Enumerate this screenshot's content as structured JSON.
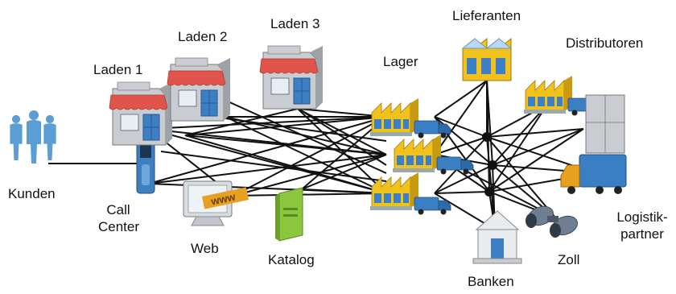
{
  "labels": {
    "kunden": "Kunden",
    "call_center_line1": "Call",
    "call_center_line2": "Center",
    "laden1": "Laden 1",
    "laden2": "Laden 2",
    "laden3": "Laden 3",
    "web": "Web",
    "www": "www",
    "katalog": "Katalog",
    "lager": "Lager",
    "lieferanten": "Lieferanten",
    "distributoren": "Distributoren",
    "logistik_line1": "Logistik-",
    "logistik_line2": "partner",
    "zoll": "Zoll",
    "banken": "Banken"
  },
  "colors": {
    "link_line": "#111111",
    "awning_red": "#e0544c",
    "store_gray": "#b9bcc2",
    "warehouse_yellow": "#f2c21c",
    "truck_blue": "#3a7fc4",
    "people_blue": "#5b9ed6",
    "catalog_green": "#8cc63f",
    "www_orange": "#e8a020"
  },
  "icons": {
    "kunden": "people-icon",
    "call_center": "telephone-icon",
    "laden": "store-icon",
    "web": "monitor-icon",
    "katalog": "catalog-book-icon",
    "lager": "warehouse-icon",
    "lieferanten": "supplier-building-icon",
    "distributoren": "distributor-icon",
    "logistik": "truck-icon",
    "zoll": "binoculars-icon",
    "banken": "bank-icon"
  }
}
